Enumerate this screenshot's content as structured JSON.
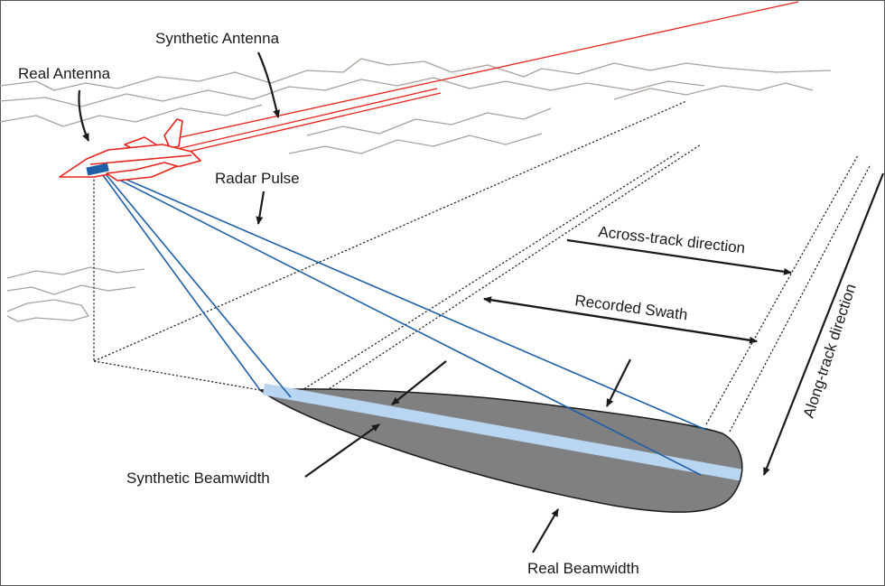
{
  "labels": {
    "synthetic_antenna": "Synthetic Antenna",
    "real_antenna": "Real Antenna",
    "radar_pulse": "Radar Pulse",
    "across_track": "Across-track direction",
    "recorded_swath": "Recorded Swath",
    "along_track": "Along-track direction",
    "synthetic_beamwidth": "Synthetic Beamwidth",
    "real_beamwidth": "Real Beamwidth"
  },
  "colors": {
    "aircraft": "#e8231c",
    "beam": "#1f5fa8",
    "synthetic_band": "#b8d6f2",
    "footprint": "#808080",
    "terrain": "#a8a39a",
    "arrows": "#1a1a1a",
    "guides": "#1a1a1a"
  },
  "icons": {
    "aircraft": "airplane-icon",
    "real_antenna": "antenna-panel-icon"
  }
}
